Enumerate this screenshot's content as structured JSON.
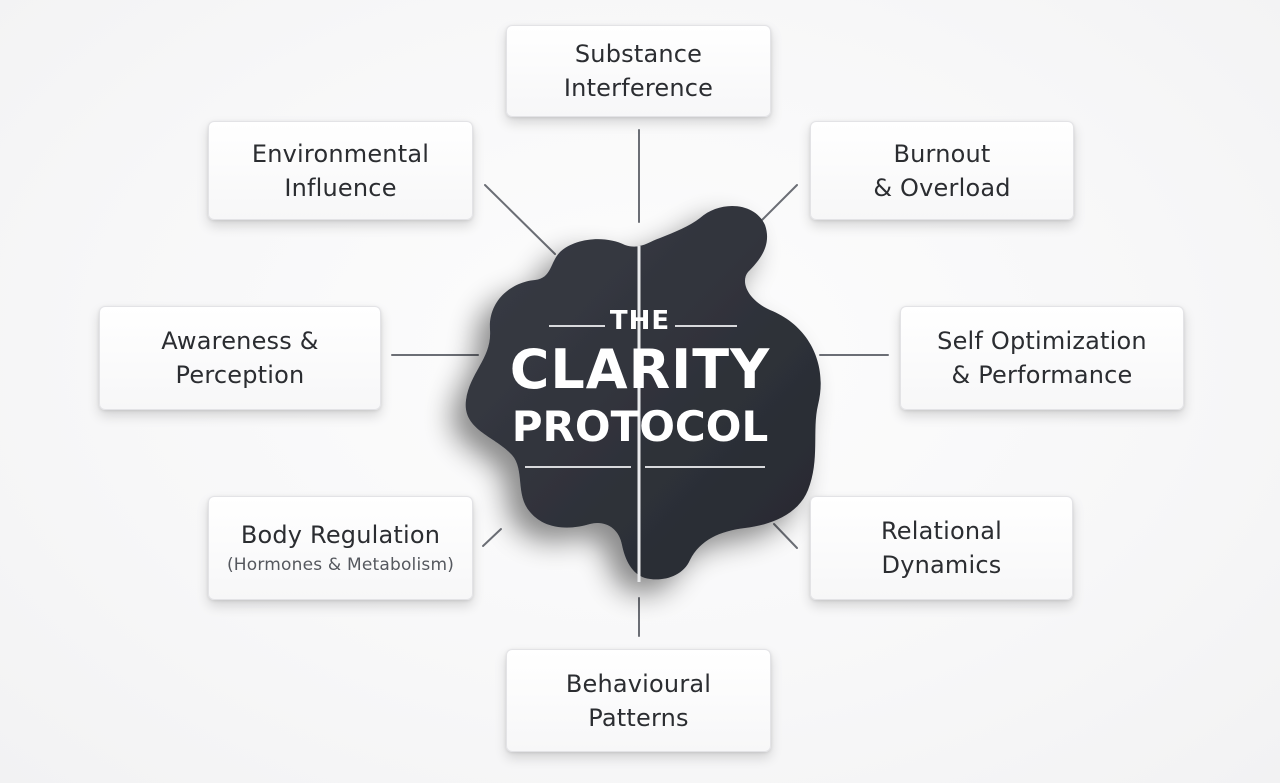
{
  "title": {
    "line1": "THE",
    "line2": "CLARITY",
    "line3": "PROTOCOL"
  },
  "colors": {
    "blob": "#2d3038",
    "connector": "#6b6e75",
    "divider": "#e9eaec",
    "box_text": "#2b2d31",
    "background": "#f8f8f9"
  },
  "nodes": [
    {
      "id": "substance-interference",
      "lines": [
        "Substance",
        "Interference"
      ]
    },
    {
      "id": "environmental-influence",
      "lines": [
        "Environmental",
        "Influence"
      ]
    },
    {
      "id": "burnout-overload",
      "lines": [
        "Burnout",
        "& Overload"
      ]
    },
    {
      "id": "awareness-perception",
      "lines": [
        "Awareness &",
        "Perception"
      ]
    },
    {
      "id": "self-optimization-performance",
      "lines": [
        "Self Optimization",
        "& Performance"
      ]
    },
    {
      "id": "body-regulation",
      "lines": [
        "Body Regulation"
      ],
      "sub": "(Hormones & Metabolism)"
    },
    {
      "id": "relational-dynamics",
      "lines": [
        "Relational",
        "Dynamics"
      ]
    },
    {
      "id": "behavioural-patterns",
      "lines": [
        "Behavioural",
        "Patterns"
      ]
    }
  ]
}
